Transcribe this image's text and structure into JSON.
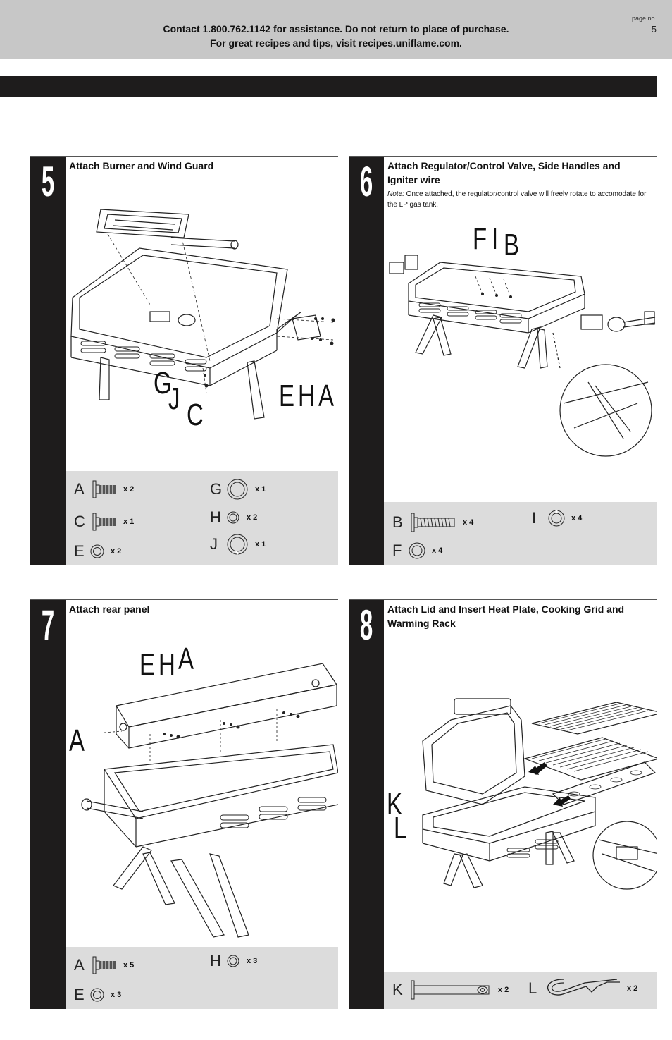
{
  "header": {
    "contact_line1": "Contact 1.800.762.1142 for assistance. Do not return to place of purchase.",
    "contact_line2": "For great recipes and tips, visit recipes.uniflame.com.",
    "page_label": "page no.",
    "page_number": "5"
  },
  "steps": [
    {
      "number": "5",
      "title": "Attach Burner and Wind Guard",
      "callouts": [
        "G",
        "J",
        "C",
        "E",
        "H",
        "A"
      ],
      "parts": [
        {
          "letter": "A",
          "qty": "x 2",
          "icon": "bolt-icon"
        },
        {
          "letter": "C",
          "qty": "x 1",
          "icon": "bolt-icon"
        },
        {
          "letter": "E",
          "qty": "x 2",
          "icon": "washer-icon"
        },
        {
          "letter": "G",
          "qty": "x 1",
          "icon": "washer-icon"
        },
        {
          "letter": "H",
          "qty": "x 2",
          "icon": "nut-icon"
        },
        {
          "letter": "J",
          "qty": "x 1",
          "icon": "ring-icon"
        }
      ]
    },
    {
      "number": "6",
      "title": "Attach Regulator/Control Valve, Side Handles and Igniter wire",
      "note_label": "Note:",
      "note_text": " Once attached, the regulator/control valve will freely rotate to accomodate for the LP gas tank.",
      "callouts": [
        "F",
        "I",
        "B"
      ],
      "parts": [
        {
          "letter": "B",
          "qty": "x 4",
          "icon": "long-screw-icon"
        },
        {
          "letter": "F",
          "qty": "x 4",
          "icon": "washer-icon"
        },
        {
          "letter": "I",
          "qty": "x 4",
          "icon": "lock-washer-icon"
        }
      ]
    },
    {
      "number": "7",
      "title": "Attach rear panel",
      "callouts": [
        "E",
        "H",
        "A",
        "A"
      ],
      "parts": [
        {
          "letter": "A",
          "qty": "x 5",
          "icon": "bolt-icon"
        },
        {
          "letter": "E",
          "qty": "x 3",
          "icon": "washer-icon"
        },
        {
          "letter": "H",
          "qty": "x 3",
          "icon": "nut-icon"
        }
      ]
    },
    {
      "number": "8",
      "title": "Attach Lid and Insert Heat Plate, Cooking Grid and Warming Rack",
      "callouts": [
        "K",
        "L"
      ],
      "parts": [
        {
          "letter": "K",
          "qty": "x 2",
          "icon": "hinge-pin-icon"
        },
        {
          "letter": "L",
          "qty": "x 2",
          "icon": "cotter-pin-icon"
        }
      ]
    }
  ]
}
